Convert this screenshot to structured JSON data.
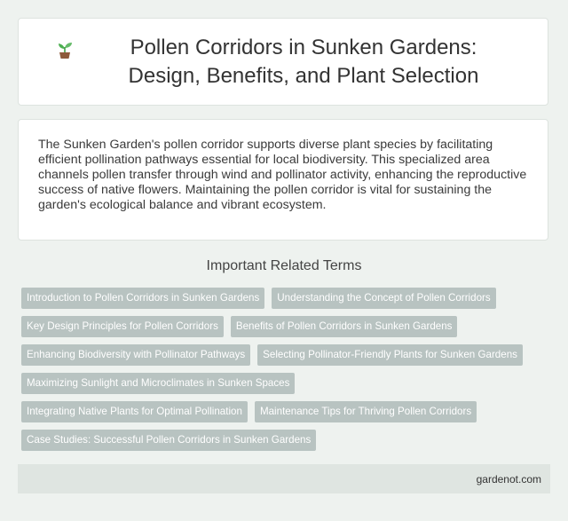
{
  "header": {
    "title": "Pollen Corridors in Sunken Gardens: Design, Benefits, and Plant Selection",
    "icon": "sprout-icon"
  },
  "description": {
    "text": "The Sunken Garden's pollen corridor supports diverse plant species by facilitating efficient pollination pathways essential for local biodiversity. This specialized area channels pollen transfer through wind and pollinator activity, enhancing the reproductive success of native flowers. Maintaining the pollen corridor is vital for sustaining the garden's ecological balance and vibrant ecosystem."
  },
  "related": {
    "heading": "Important Related Terms",
    "rows": [
      [
        "Introduction to Pollen Corridors in Sunken Gardens",
        "Understanding the Concept of Pollen Corridors"
      ],
      [
        "Key Design Principles for Pollen Corridors",
        "Benefits of Pollen Corridors in Sunken Gardens"
      ],
      [
        "Enhancing Biodiversity with Pollinator Pathways",
        "Selecting Pollinator-Friendly Plants for Sunken Gardens"
      ],
      [
        "Maximizing Sunlight and Microclimates in Sunken Spaces"
      ],
      [
        "Integrating Native Plants for Optimal Pollination",
        "Maintenance Tips for Thriving Pollen Corridors"
      ],
      [
        "Case Studies: Successful Pollen Corridors in Sunken Gardens"
      ]
    ]
  },
  "footer": {
    "site": "gardenot.com"
  },
  "colors": {
    "background": "#eef2ef",
    "tag_background": "#b8c3c1",
    "footer_background": "#dfe5e1"
  }
}
